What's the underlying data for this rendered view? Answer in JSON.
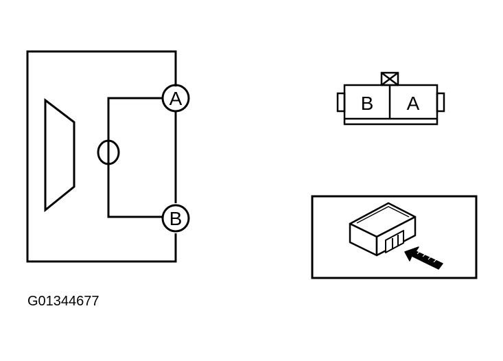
{
  "schematic": {
    "terminal_a": "A",
    "terminal_b": "B"
  },
  "connector_face": {
    "left_cavity": "B",
    "right_cavity": "A"
  },
  "figure_id": "G01344677",
  "colors": {
    "ink": "#000000",
    "background": "#ffffff"
  }
}
